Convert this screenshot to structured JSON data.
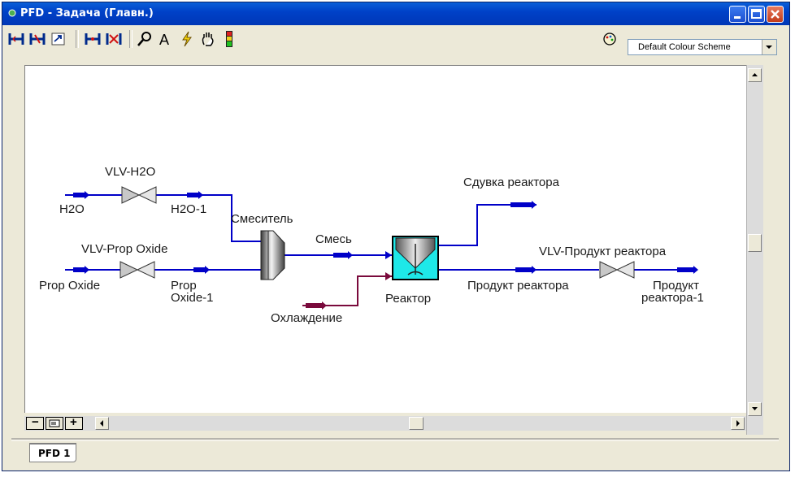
{
  "window": {
    "title": "PFD - Задача (Главн.)",
    "controls": {
      "minimize": "minimize",
      "maximize": "maximize",
      "close": "close"
    }
  },
  "toolbar": {
    "icons": [
      "size-icon",
      "size-alt-icon",
      "auto-position-icon",
      "attach-icon",
      "detach-icon",
      "zoom-icon",
      "text-icon",
      "break-connection-icon",
      "pan-icon",
      "colour-bar-icon"
    ],
    "colour_scheme_icon": "palette-icon",
    "colour_scheme": "Default Colour Scheme"
  },
  "diagram": {
    "colors": {
      "stream": "#0000c8",
      "energy_stream": "#7a0a3c",
      "reactor_fill": "#1ee8e8"
    },
    "streams": {
      "h2o": "H2O",
      "h2o_1": "H2O-1",
      "prop_oxide": "Prop Oxide",
      "prop_oxide_1_line1": "Prop",
      "prop_oxide_1_line2": "Oxide-1",
      "mix": "Смесь",
      "cooling": "Охлаждение",
      "vent": "Сдувка реактора",
      "product": "Продукт реактора",
      "product_1_line1": "Продукт",
      "product_1_line2": "реактора-1"
    },
    "units": {
      "vlv_h2o": "VLV-H2O",
      "vlv_prop_oxide": "VLV-Prop Oxide",
      "mixer": "Смеситель",
      "reactor": "Реактор",
      "vlv_product": "VLV-Продукт реактора"
    }
  },
  "zoom": {
    "minus": "−",
    "plus": "+"
  },
  "tabs": [
    {
      "label": "PFD 1"
    }
  ]
}
